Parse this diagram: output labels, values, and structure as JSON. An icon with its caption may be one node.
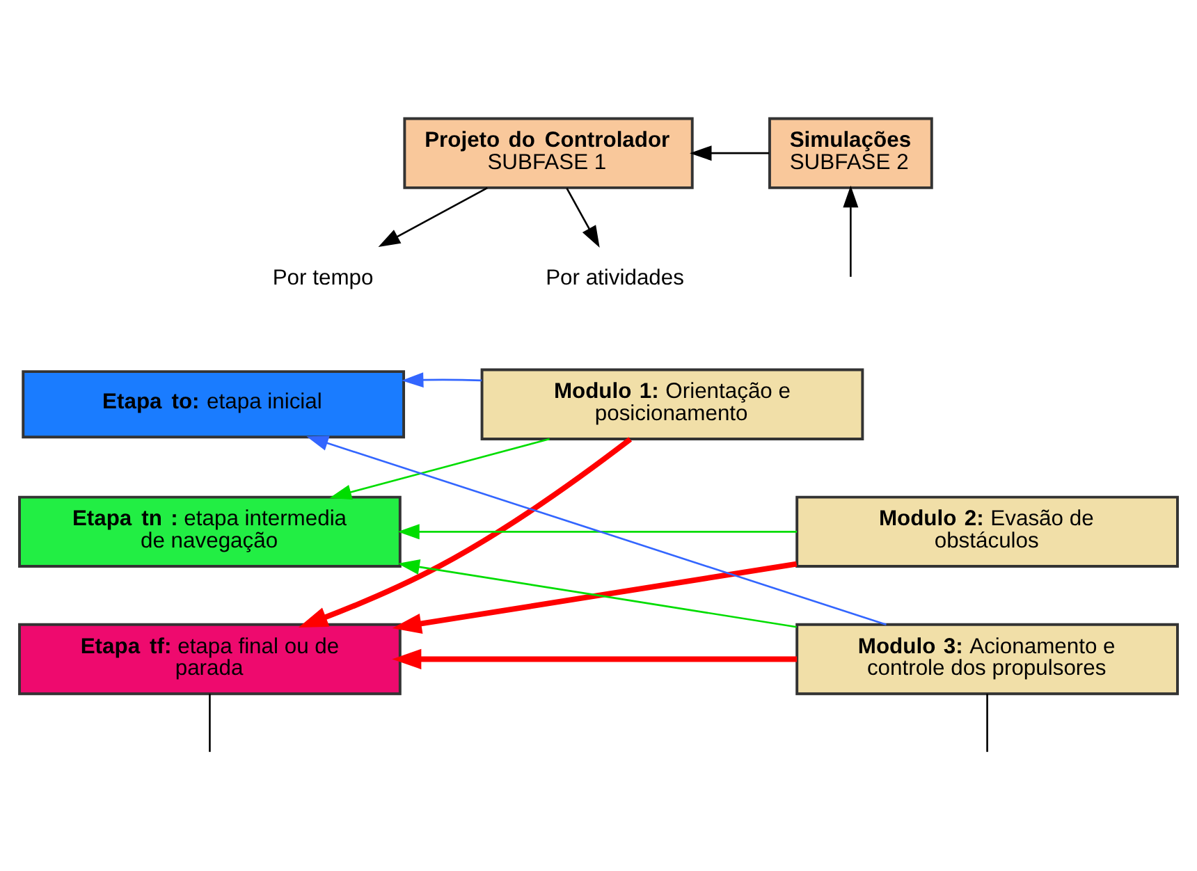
{
  "diagram": {
    "nodes": [
      {
        "text": [
          "**Projeto do Controlador**",
          "SUBFASE 1"
        ]
      },
      {
        "text": [
          "**Simulações**",
          "SUBFASE 2"
        ]
      },
      {
        "text": [
          "Por tempo"
        ]
      },
      {
        "text": [
          "Por atividades"
        ]
      },
      {
        "text": [
          "**Etapa to:** etapa inicial"
        ]
      },
      {
        "text": [
          "**Etapa tn :** etapa intermedia de navegação"
        ]
      },
      {
        "text": [
          "**Etapa tf:** etapa final ou de parada"
        ]
      },
      {
        "text": [
          "**Modulo 1:** Orientação e posicionamento"
        ]
      },
      {
        "text": [
          "**Modulo 2:** Evasão de obstáculos"
        ]
      },
      {
        "text": [
          "**Modulo 3:** Acionamento e controle dos propulsores"
        ]
      }
    ],
    "edges": [
      {
        "from": 1,
        "to": 0,
        "arrow": "to"
      },
      {
        "from": 0,
        "to": 2,
        "arrow": "to"
      },
      {
        "from": 0,
        "to": 3,
        "arrow": "to"
      },
      {
        "from": 7,
        "to": 4,
        "arrow": "to",
        "color": "#3366ff"
      },
      {
        "from": 9,
        "to": 4,
        "arrow": "to",
        "color": "#3366ff"
      },
      {
        "from": 7,
        "to": 5,
        "arrow": "to",
        "color": "#00dd00"
      },
      {
        "from": 8,
        "to": 5,
        "arrow": "to",
        "color": "#00dd00"
      },
      {
        "from": 9,
        "to": 5,
        "arrow": "to",
        "color": "#00dd00"
      },
      {
        "from": 7,
        "to": 6,
        "arrow": "to",
        "style": "thick",
        "color": "#ff0000"
      },
      {
        "from": 8,
        "to": 6,
        "arrow": "to",
        "style": "thick",
        "color": "#ff0000"
      },
      {
        "from": 9,
        "to": 6,
        "arrow": "to",
        "style": "thick",
        "color": "#ff0000"
      },
      {
        "from": 6,
        "to": null,
        "arrow": "none"
      },
      {
        "from": 9,
        "to": null,
        "arrow": "none"
      },
      {
        "from": null,
        "to": 1,
        "arrow": "to"
      }
    ]
  }
}
